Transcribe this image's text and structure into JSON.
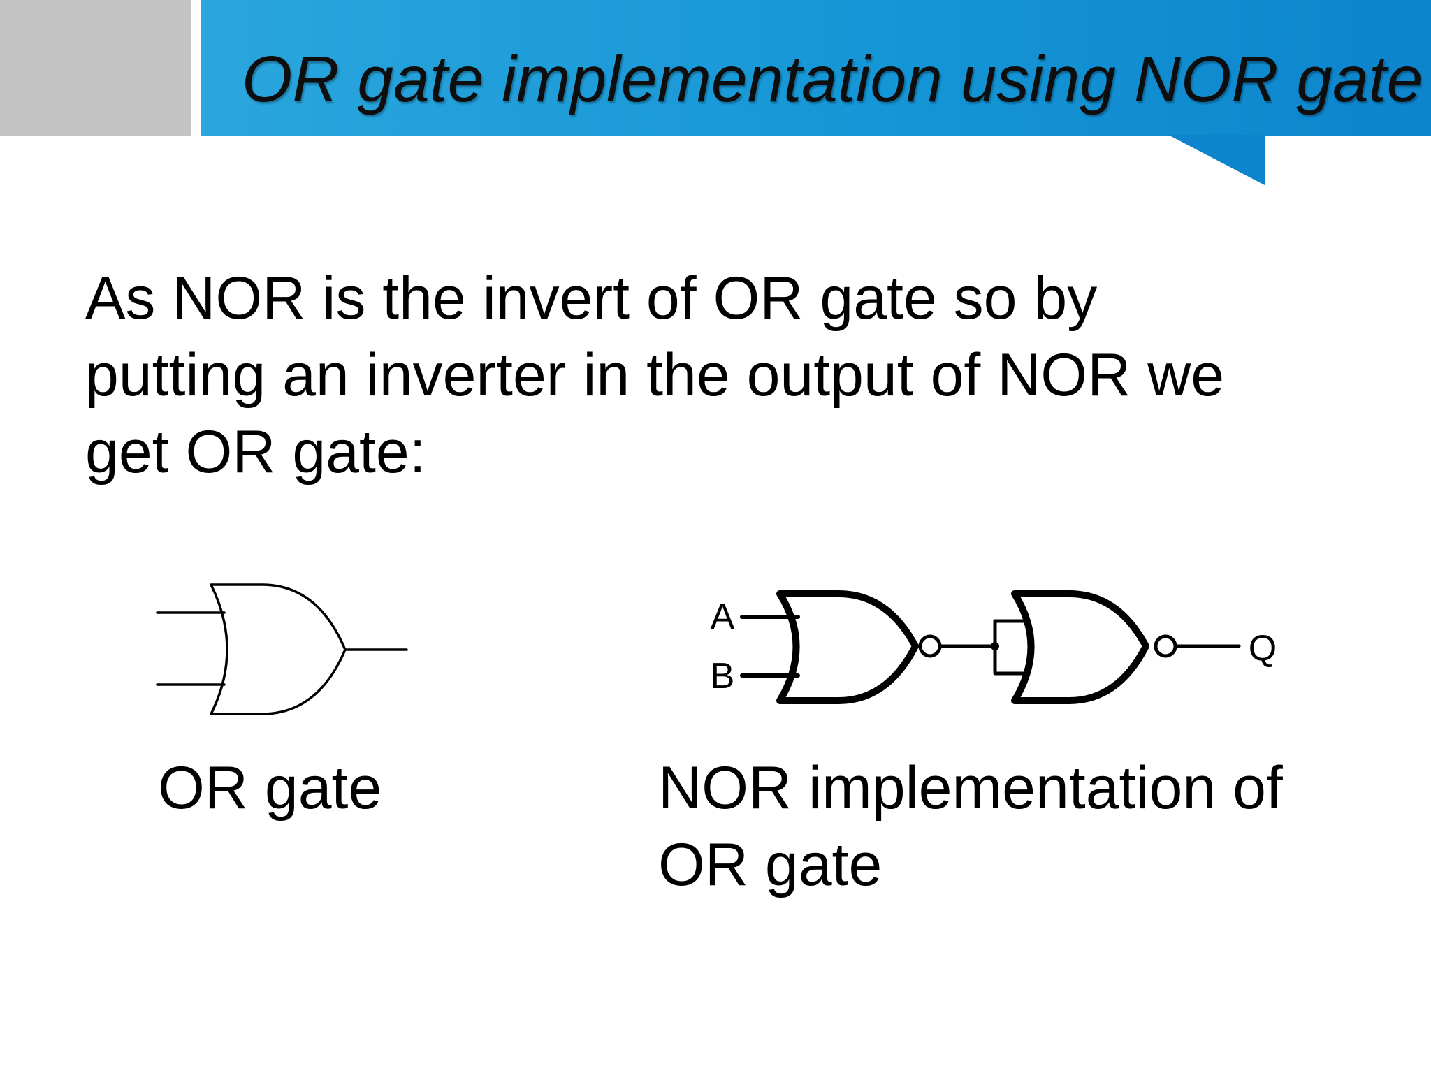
{
  "slide": {
    "title": "OR gate implementation using NOR gate",
    "body_lines": [
      "As NOR is the invert of OR gate so by",
      "putting an inverter in the output of NOR we",
      "get OR gate:"
    ]
  },
  "diagrams": {
    "or_gate": {
      "caption_lines": [
        "OR gate"
      ]
    },
    "nor_implementation": {
      "input_a": "A",
      "input_b": "B",
      "output_q": "Q",
      "caption_lines": [
        "NOR implementation of",
        "OR gate"
      ]
    }
  },
  "colors": {
    "banner": "#1596d6",
    "banner_light": "#2ba6dd",
    "banner_dark": "#0d84cc",
    "gray_block": "#c3c3c3",
    "text": "#000000"
  }
}
